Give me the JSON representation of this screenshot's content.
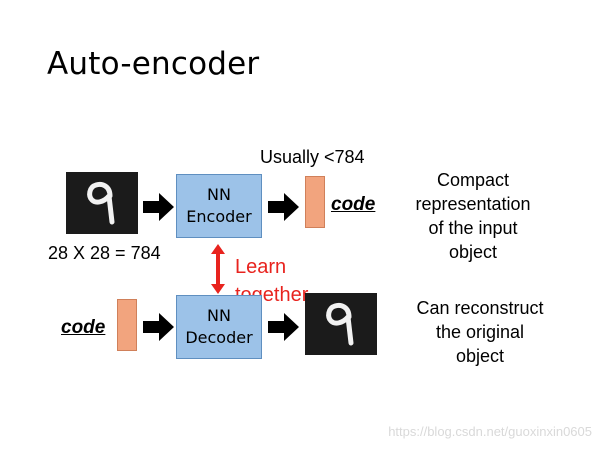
{
  "title": "Auto-encoder",
  "encoder": {
    "input_size_label": "28 X 28 = 784",
    "box_line1": "NN",
    "box_line2": "Encoder",
    "dim_note": "Usually <784",
    "output_label": "code",
    "description": [
      "Compact",
      "representation",
      "of the input",
      "object"
    ]
  },
  "link": {
    "line1": "Learn",
    "line2": "together",
    "color": "#e8231e"
  },
  "decoder": {
    "input_label": "code",
    "box_line1": "NN",
    "box_line2": "Decoder",
    "description": [
      "Can reconstruct",
      "the original",
      "object"
    ]
  },
  "colors": {
    "nn_box": "#9cc2e8",
    "code_bar": "#f2a47e",
    "digit_bg": "#1b1b1b"
  },
  "watermark": "https://blog.csdn.net/guoxinxin0605"
}
